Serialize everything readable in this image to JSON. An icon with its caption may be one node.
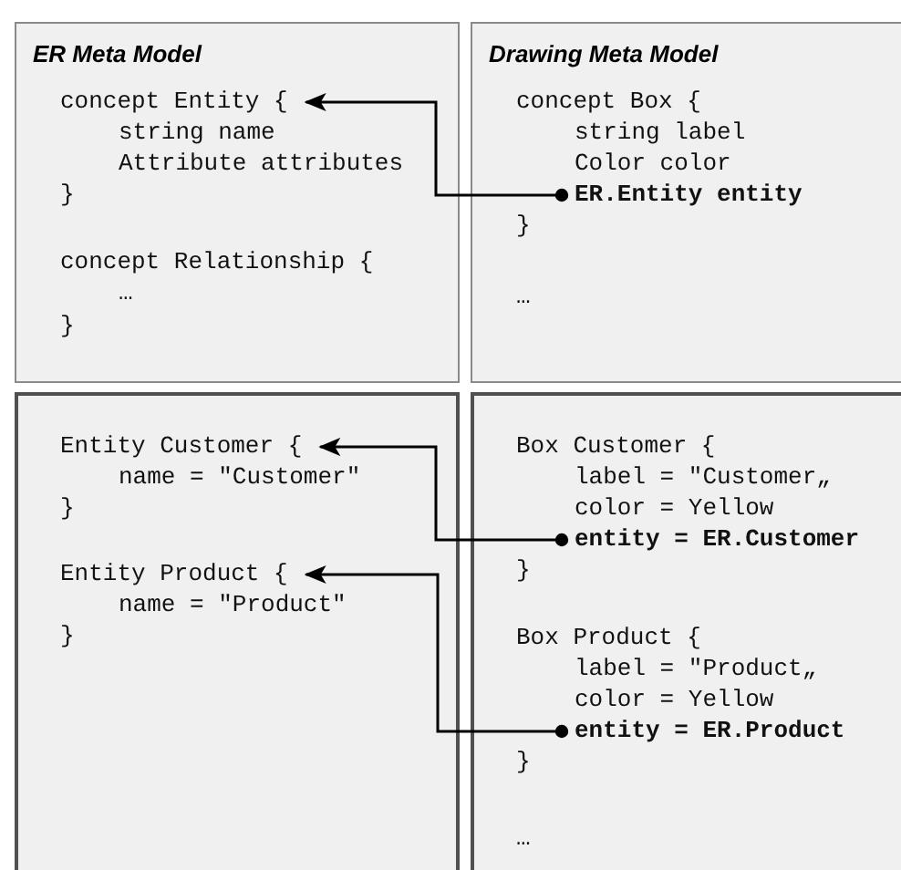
{
  "diagram": {
    "nodes": [
      {
        "text": [
          "ER Meta Model"
        ]
      },
      {
        "text": [
          "concept Entity {"
        ],
        "in": 0
      },
      {
        "text": [
          "string name"
        ],
        "in": 0
      },
      {
        "text": [
          "Attribute attributes"
        ],
        "in": 0
      },
      {
        "text": [
          "}"
        ],
        "in": 0
      },
      {
        "text": [
          "concept Relationship {"
        ],
        "in": 0
      },
      {
        "text": [
          "…"
        ],
        "in": 0
      },
      {
        "text": [
          "}"
        ],
        "in": 0
      },
      {
        "text": [
          "Drawing Meta Model"
        ]
      },
      {
        "text": [
          "concept Box {"
        ],
        "in": 8
      },
      {
        "text": [
          "string label"
        ],
        "in": 8
      },
      {
        "text": [
          "Color color"
        ],
        "in": 8
      },
      {
        "text": [
          "ER.Entity entity"
        ],
        "in": 8
      },
      {
        "text": [
          "}"
        ],
        "in": 8
      },
      {
        "text": [
          "…"
        ],
        "in": 8
      },
      {
        "text": [],
        "shape": "box"
      },
      {
        "text": [
          "Entity Customer {"
        ],
        "in": 15
      },
      {
        "text": [
          "name = \"Customer\""
        ],
        "in": 15
      },
      {
        "text": [
          "}"
        ],
        "in": 15
      },
      {
        "text": [
          "Entity Product {"
        ],
        "in": 15
      },
      {
        "text": [
          "name = \"Product\""
        ],
        "in": 15
      },
      {
        "text": [
          "}"
        ],
        "in": 15
      },
      {
        "text": [],
        "shape": "box"
      },
      {
        "text": [
          "Box Customer {"
        ],
        "in": 22
      },
      {
        "text": [
          "label = \"Customer„"
        ],
        "in": 22
      },
      {
        "text": [
          "color = Yellow"
        ],
        "in": 22
      },
      {
        "text": [
          "entity = ER.Customer"
        ],
        "in": 22
      },
      {
        "text": [
          "}"
        ],
        "in": 22
      },
      {
        "text": [
          "Box Product {"
        ],
        "in": 22
      },
      {
        "text": [
          "label = \"Product„"
        ],
        "in": 22
      },
      {
        "text": [
          "color = Yellow"
        ],
        "in": 22
      },
      {
        "text": [
          "entity = ER.Product"
        ],
        "in": 22
      },
      {
        "text": [
          "}"
        ],
        "in": 22
      },
      {
        "text": [
          "…"
        ],
        "in": 22
      }
    ],
    "edges": [
      {
        "from": 12,
        "to": 1,
        "arrow": "to"
      },
      {
        "from": 26,
        "to": 16,
        "arrow": "to"
      },
      {
        "from": 31,
        "to": 19,
        "arrow": "to"
      }
    ]
  }
}
